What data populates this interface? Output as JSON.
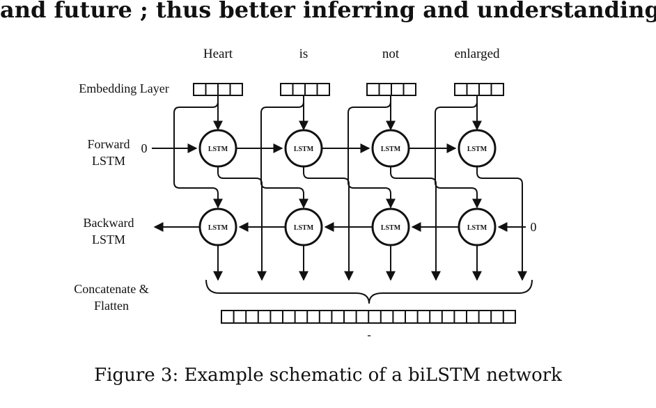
{
  "top_text": "and future ; thus better inferring and understanding context",
  "words": [
    "Heart",
    "is",
    "not",
    "enlarged"
  ],
  "row_labels": {
    "embedding": "Embedding Layer",
    "forward_line1": "Forward",
    "forward_line2": "LSTM",
    "backward_line1": "Backward",
    "backward_line2": "LSTM",
    "concat_line1": "Concatenate &",
    "concat_line2": "Flatten"
  },
  "cell_label": "LSTM",
  "initial_state_forward": "0",
  "initial_state_backward": "0",
  "output_tick": "-",
  "caption": "Figure 3: Example schematic of a biLSTM network"
}
